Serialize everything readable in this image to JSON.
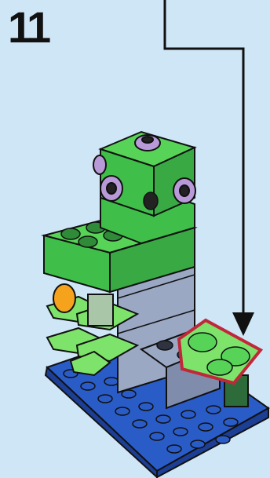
{
  "step": {
    "number": "11"
  },
  "illustration": {
    "background_color": "#cfe6f6",
    "colors": {
      "baseplate_blue": "#2a5cc8",
      "brick_green": "#3fbf4a",
      "light_green": "#7ee36a",
      "lavender": "#b99ad8",
      "gray": "#9aa8c4",
      "dark_gray": "#6b7488",
      "orange": "#f5a21c",
      "dark_green": "#2e6b3a",
      "highlight_red": "#c0283a",
      "outline": "#111111"
    },
    "icons": [
      "step-number",
      "callout-arrow",
      "lego-model",
      "new-part-highlight"
    ]
  }
}
